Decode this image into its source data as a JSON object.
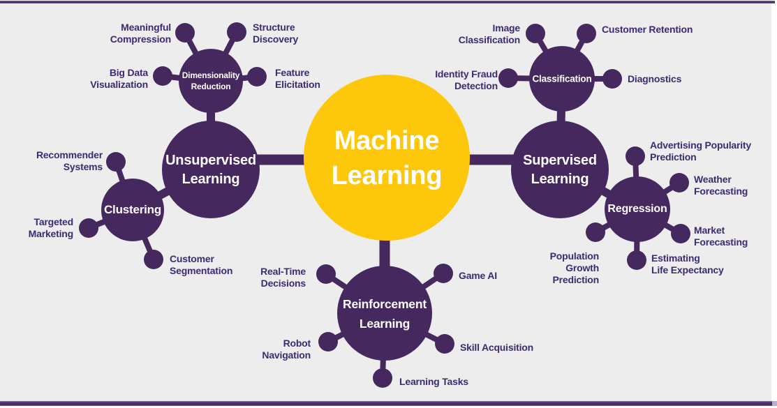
{
  "diagram_type": "machine-learning-mind-map",
  "colors": {
    "background": "#EEEDEE",
    "node_purple": "#44285E",
    "center_yellow": "#FDC80B",
    "label_text": "#3D2A73",
    "node_text": "#FFFFFF",
    "border": "#4A2D6E"
  },
  "nodes": {
    "machine_learning": "Machine\nLearning",
    "unsupervised_learning": "Unsupervised\nLearning",
    "supervised_learning": "Supervised\nLearning",
    "reinforcement_learning": "Reinforcement\nLearning",
    "dimensionality_reduction": "Dimensionality\nReduction",
    "clustering": "Clustering",
    "classification": "Classification",
    "regression": "Regression"
  },
  "leaves": {
    "meaningful_compression": "Meaningful\nCompression",
    "structure_discovery": "Structure\nDiscovery",
    "big_data_visualization": "Big Data\nVisualization",
    "feature_elicitation": "Feature\nElicitation",
    "recommender_systems": "Recommender\nSystems",
    "targeted_marketing": "Targeted\nMarketing",
    "customer_segmentation": "Customer\nSegmentation",
    "image_classification": "Image\nClassification",
    "customer_retention": "Customer Retention",
    "identity_fraud_detection": "Identity Fraud\nDetection",
    "diagnostics": "Diagnostics",
    "advertising_popularity_prediction": "Advertising Popularity\nPrediction",
    "weather_forecasting": "Weather\nForecasting",
    "market_forecasting": "Market\nForecasting",
    "estimating_life_expectancy": "Estimating\nLife Expectancy",
    "population_growth_prediction": "Population\nGrowth\nPrediction",
    "real_time_decisions": "Real-Time\nDecisions",
    "game_ai": "Game AI",
    "robot_navigation": "Robot\nNavigation",
    "skill_acquisition": "Skill Acquisition",
    "learning_tasks": "Learning Tasks"
  }
}
